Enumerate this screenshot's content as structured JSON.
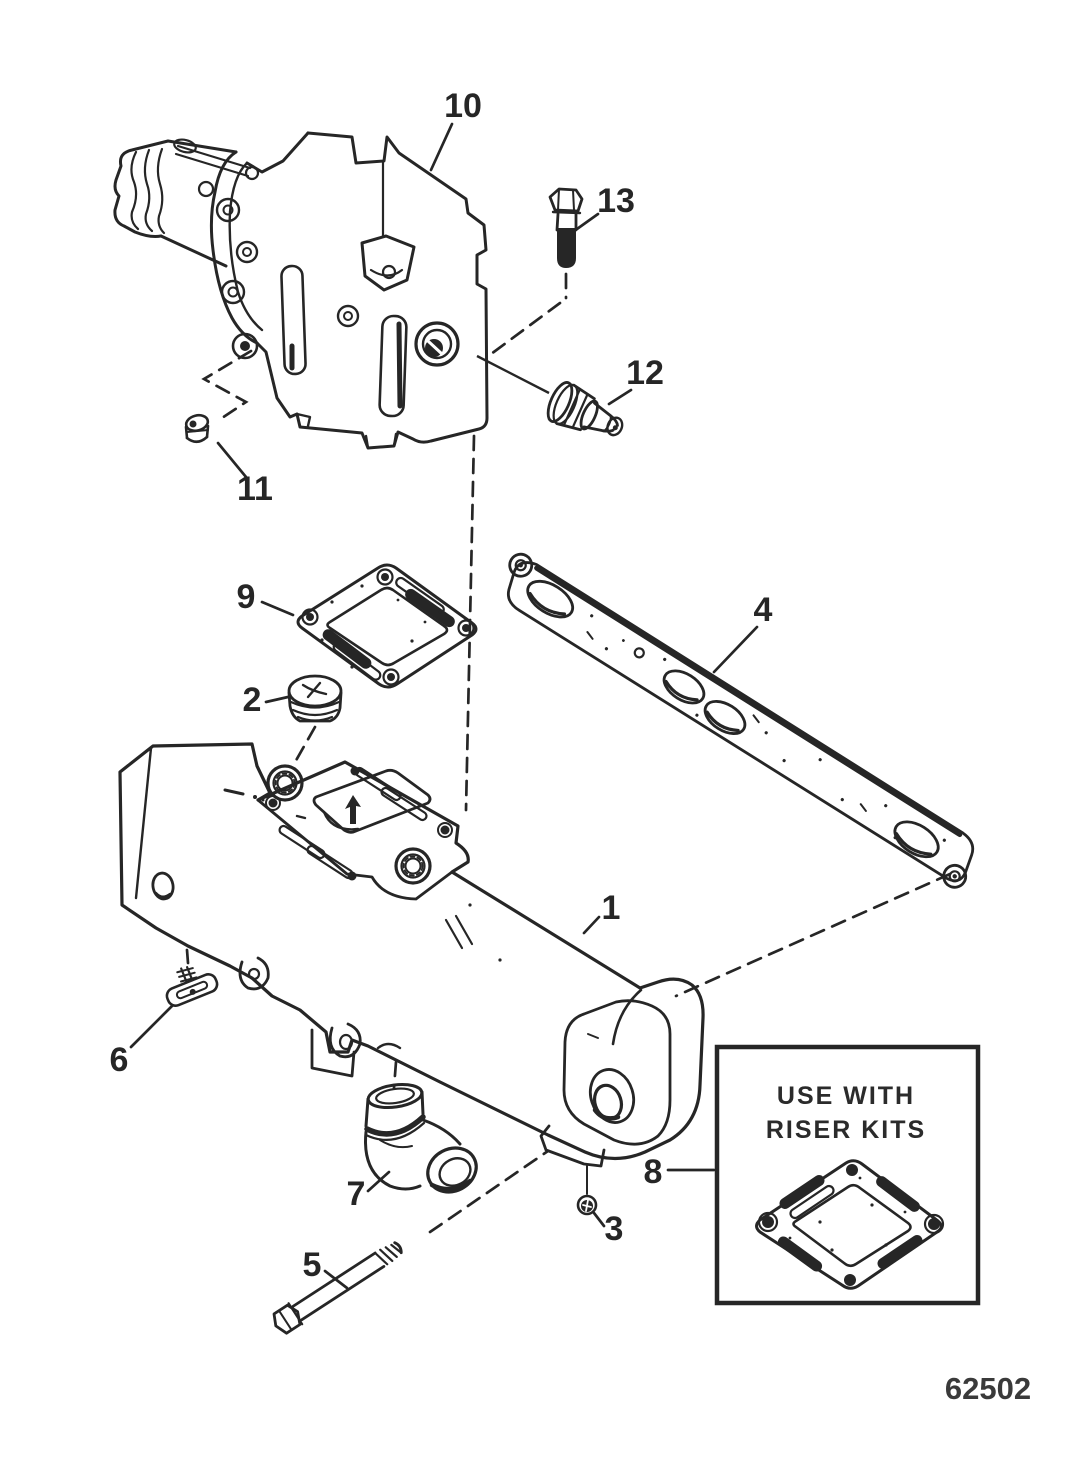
{
  "diagram": {
    "ink_color": "#262626",
    "paper_color": "#ffffff",
    "drawing_number": "62502",
    "note_box": {
      "line1": "USE WITH",
      "line2": "RISER KITS"
    },
    "callouts": {
      "c1": {
        "label": "1"
      },
      "c2": {
        "label": "2"
      },
      "c3": {
        "label": "3"
      },
      "c4": {
        "label": "4"
      },
      "c5": {
        "label": "5"
      },
      "c6": {
        "label": "6"
      },
      "c7": {
        "label": "7"
      },
      "c8": {
        "label": "8"
      },
      "c9": {
        "label": "9"
      },
      "c10": {
        "label": "10"
      },
      "c11": {
        "label": "11"
      },
      "c12": {
        "label": "12"
      },
      "c13": {
        "label": "13"
      }
    }
  }
}
